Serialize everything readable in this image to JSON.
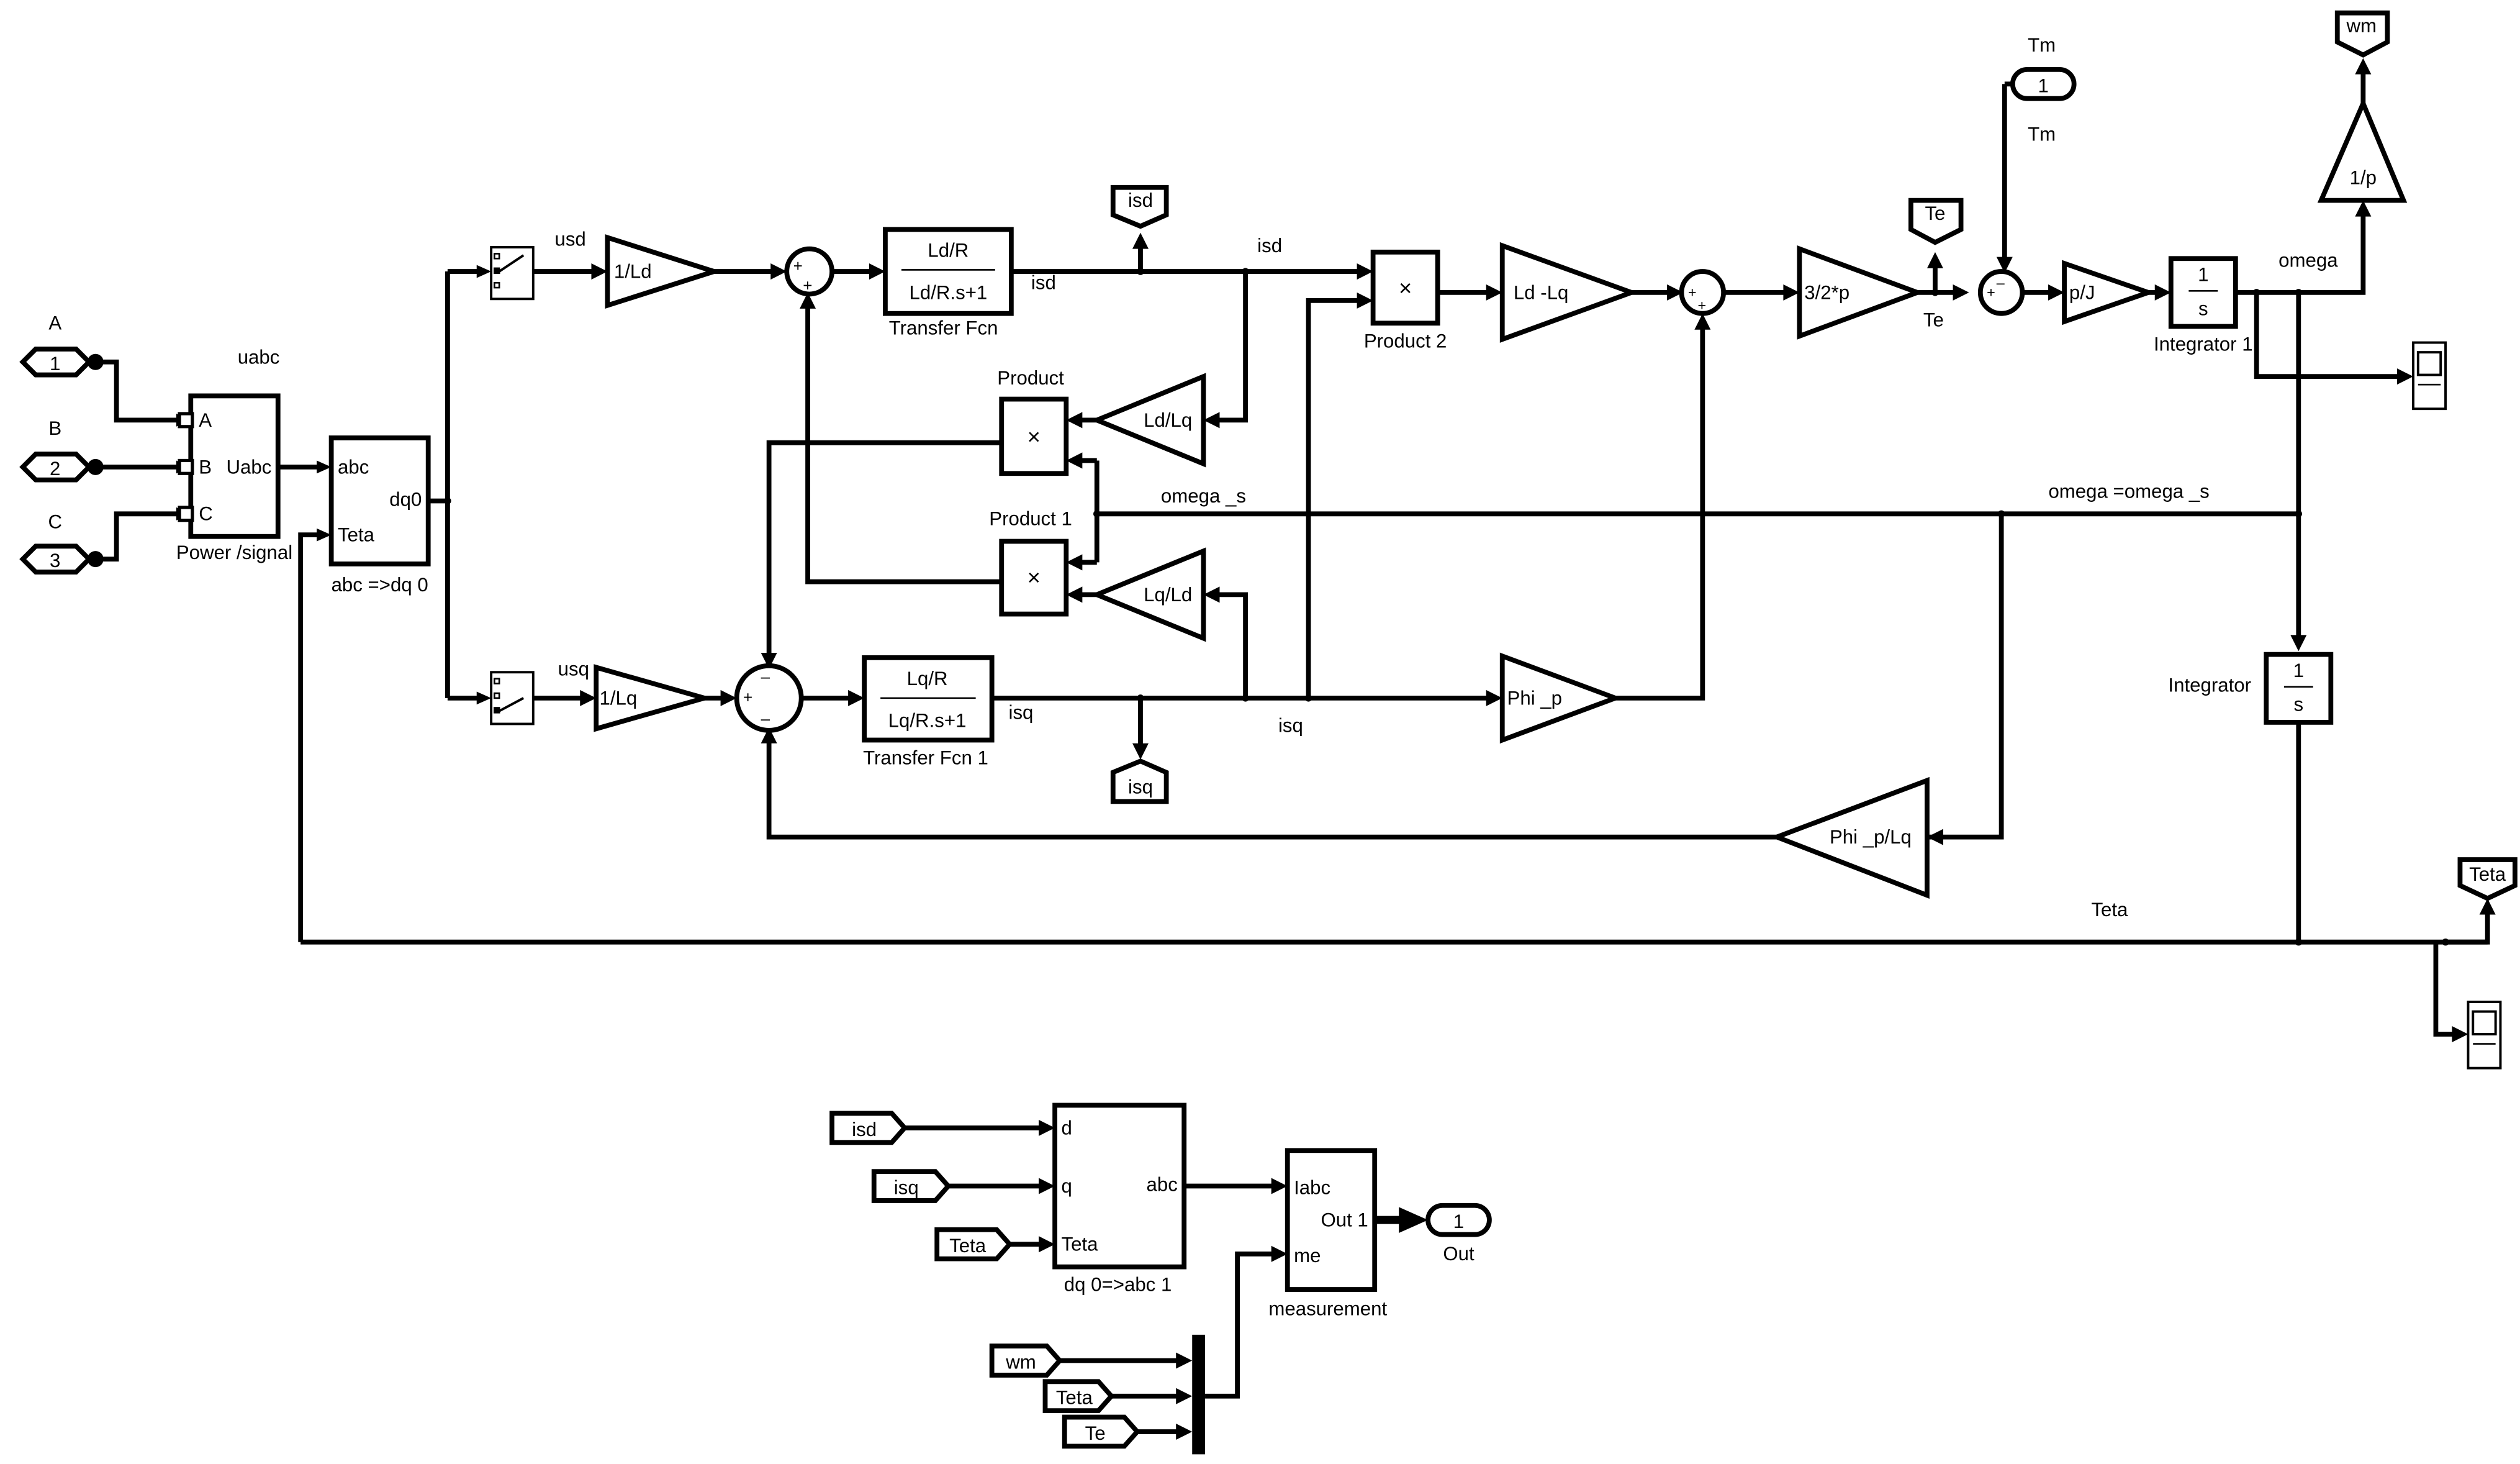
{
  "ports": {
    "in_a": {
      "label": "A",
      "num": "1"
    },
    "in_b": {
      "label": "B",
      "num": "2"
    },
    "in_c": {
      "label": "C",
      "num": "3"
    },
    "in_tm": {
      "num": "1"
    },
    "out": {
      "num": "1",
      "label": "Out"
    }
  },
  "labels": {
    "uabc": "uabc",
    "usd": "usd",
    "usq": "usq",
    "isd_wire1": "isd",
    "isd_wire2": "isd",
    "isq_wire1": "isq",
    "isq_wire2": "isq",
    "omega": "omega",
    "omega_s": "omega _s",
    "omega_eq": "omega =omega _s",
    "teta": "Teta",
    "te": "Te",
    "tm_top": "Tm",
    "tm_under": "Tm"
  },
  "blocks": {
    "power_signal": {
      "ports": [
        "A",
        "B",
        "C"
      ],
      "out": "Uabc",
      "name": "Power /signal"
    },
    "abc_dq0": {
      "in1": "abc",
      "in2": "Teta",
      "out": "dq0",
      "name": "abc =>dq 0"
    },
    "gain_1_ld": "1/Ld",
    "gain_1_lq": "1/Lq",
    "tf_d": {
      "num": "Ld/R",
      "den": "Ld/R.s+1",
      "name": "Transfer Fcn"
    },
    "tf_q": {
      "num": "Lq/R",
      "den": "Lq/R.s+1",
      "name": "Transfer Fcn 1"
    },
    "product": {
      "symbol": "×",
      "name": "Product"
    },
    "product1": {
      "symbol": "×",
      "name": "Product 1"
    },
    "product2": {
      "symbol": "×",
      "name": "Product 2"
    },
    "gain_ld_lq": "Ld/Lq",
    "gain_lq_ld": "Lq/Ld",
    "gain_ld_minus_lq": "Ld -Lq",
    "gain_phi_p": "Phi _p",
    "gain_phi_p_lq": "Phi _p/Lq",
    "gain_3_2p": "3/2*p",
    "gain_p_j": "p/J",
    "gain_1_p": "1/p",
    "integrator1": {
      "num": "1",
      "den": "s",
      "name": "Integrator  1"
    },
    "integrator": {
      "num": "1",
      "den": "s",
      "name": "Integrator"
    },
    "dq0_abc": {
      "in1": "d",
      "in2": "q",
      "in3": "Teta",
      "out": "abc",
      "name": "dq 0=>abc 1"
    },
    "measurement": {
      "in1": "Iabc",
      "in2": "me",
      "out": "Out 1",
      "name": "measurement"
    }
  },
  "goto_tags": {
    "isd": "isd",
    "isq": "isq",
    "te": "Te",
    "wm": "wm",
    "teta": "Teta"
  },
  "from_tags": {
    "isd": "isd",
    "isq": "isq",
    "teta1": "Teta",
    "wm": "wm",
    "teta2": "Teta",
    "te": "Te"
  }
}
